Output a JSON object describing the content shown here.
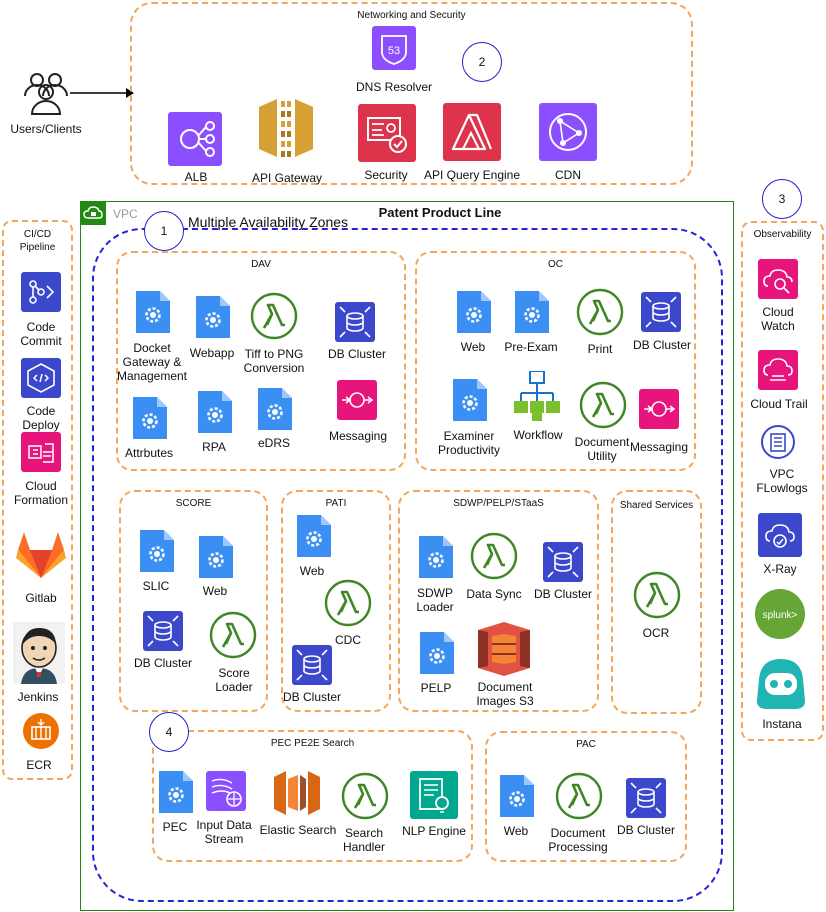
{
  "users": {
    "label": "Users/Clients"
  },
  "networking": {
    "title": "Networking and Security",
    "badge": "2",
    "items": {
      "dns": "DNS Resolver",
      "alb": "ALB",
      "apigw": "API Gateway",
      "security": "Security",
      "apiquery": "API Query Engine",
      "cdn": "CDN"
    }
  },
  "vpc": {
    "label": "VPC",
    "title": "Patent Product Line"
  },
  "az": {
    "label": "Multiple Availability Zones",
    "badge": "1"
  },
  "cicd": {
    "title": "CI/CD\nPipeline",
    "items": {
      "commit": "Code\nCommit",
      "deploy": "Code\nDeploy",
      "cfn": "Cloud\nFormation",
      "gitlab": "Gitlab",
      "jenkins": "Jenkins",
      "ecr": "ECR"
    }
  },
  "observability": {
    "title": "Observability",
    "badge": "3",
    "items": {
      "cloudwatch": "Cloud\nWatch",
      "cloudtrail": "Cloud Trail",
      "flowlogs": "VPC\nFLowlogs",
      "xray": "X-Ray",
      "splunk_logo": "splunk>",
      "instana": "Instana"
    }
  },
  "dav": {
    "title": "DAV",
    "items": {
      "docket": "Docket\nGateway &\nManagement",
      "webapp": "Webapp",
      "tiff": "Tiff to PNG\nConversion",
      "db": "DB Cluster",
      "attributes": "Attrbutes",
      "rpa": "RPA",
      "edrs": "eDRS",
      "messaging": "Messaging"
    }
  },
  "oc": {
    "title": "OC",
    "items": {
      "web": "Web",
      "preexam": "Pre-Exam",
      "print": "Print",
      "db": "DB Cluster",
      "examiner": "Examiner\nProductivity",
      "workflow": "Workflow",
      "docutil": "Document\nUtility",
      "messaging": "Messaging"
    }
  },
  "score": {
    "title": "SCORE",
    "items": {
      "slic": "SLIC",
      "web": "Web",
      "db": "DB Cluster",
      "loader": "Score\nLoader"
    }
  },
  "pati": {
    "title": "PATI",
    "items": {
      "web": "Web",
      "cdc": "CDC",
      "db": "DB Cluster"
    }
  },
  "sdwp": {
    "title": "SDWP/PELP/STaaS",
    "items": {
      "loader": "SDWP\nLoader",
      "datasync": "Data Sync",
      "db": "DB Cluster",
      "pelp": "PELP",
      "s3": "Document\nImages S3"
    }
  },
  "shared": {
    "title": "Shared Services",
    "items": {
      "ocr": "OCR"
    }
  },
  "pec": {
    "title": "PEC PE2E Search",
    "badge": "4",
    "items": {
      "pec": "PEC",
      "stream": "Input Data\nStream",
      "elastic": "Elastic Search",
      "search": "Search\nHandler",
      "nlp": "NLP Engine"
    }
  },
  "pac": {
    "title": "PAC",
    "items": {
      "web": "Web",
      "docproc": "Document\nProcessing",
      "db": "DB Cluster"
    }
  },
  "colors": {
    "orange_dash": "#f3a65c",
    "blue_doc": "#3b8ff3",
    "lambda_green": "#3f8624",
    "db_blue": "#3b48cc",
    "pink_red": "#e7157b",
    "purple": "#8c4fff"
  }
}
